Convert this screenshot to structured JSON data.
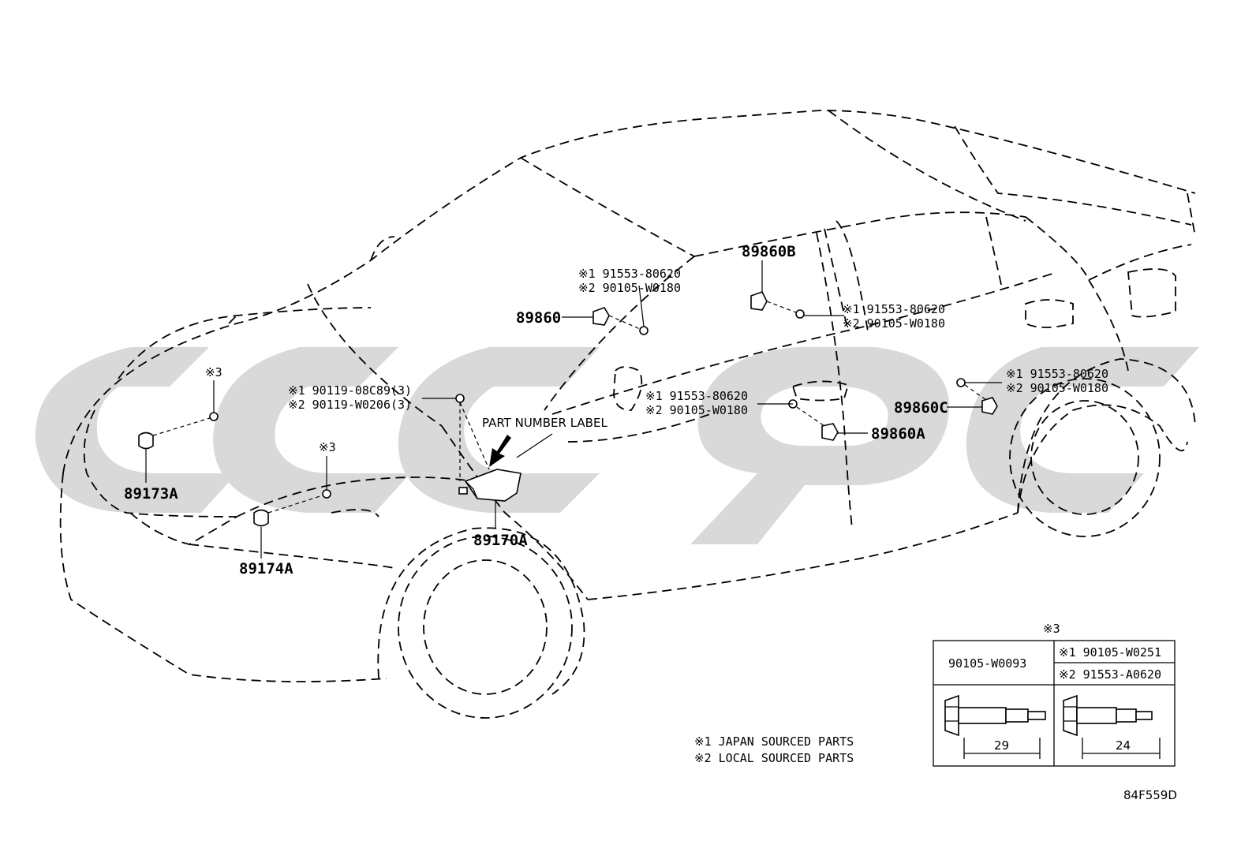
{
  "diagram": {
    "drawing_code": "84F559D",
    "part_labels": {
      "p89860": "89860",
      "p89860B": "89860B",
      "p89860A": "89860A",
      "p89860C": "89860C",
      "p89173A": "89173A",
      "p89174A": "89174A",
      "p89170A": "89170A"
    },
    "bolt_callouts": {
      "b1_l1": "※1 91553-80620",
      "b1_l2": "※2 90105-W0180",
      "b2_l1": "※1 91553-80620",
      "b2_l2": "※2 90105-W0180",
      "b3_l1": "※1 91553-80620",
      "b3_l2": "※2 90105-W0180",
      "b4_l1": "※1 91553-80620",
      "b4_l2": "※2 90105-W0180",
      "screw_l1": "※1 90119-08C89(3)",
      "screw_l2": "※2 90119-W0206(3)",
      "ref3_a": "※3",
      "ref3_b": "※3"
    },
    "part_number_label": "PART NUMBER LABEL",
    "legend": {
      "japan": "※1 JAPAN SOURCED PARTS",
      "local": "※2 LOCAL SOURCED PARTS"
    },
    "table": {
      "header": "※3",
      "col1_part": "90105-W0093",
      "col2_row1": "※1 90105-W0251",
      "col2_row2": "※2 91553-A0620",
      "col1_length": "29",
      "col2_length": "24"
    }
  }
}
